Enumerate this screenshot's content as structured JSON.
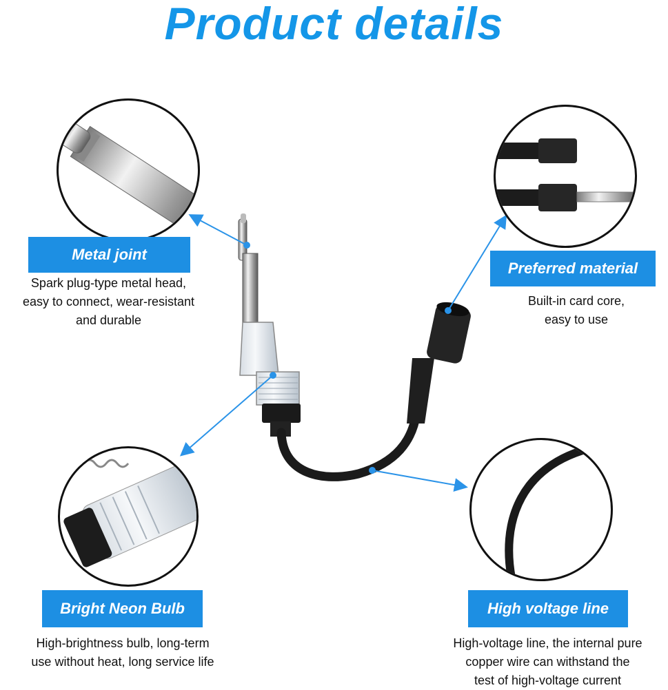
{
  "title": "Product details",
  "features": [
    {
      "label": "Metal joint",
      "desc_lines": [
        "Spark plug-type metal head,",
        "easy to connect, wear-resistant",
        "and durable"
      ]
    },
    {
      "label": "Preferred material",
      "desc_lines": [
        "Built-in card core,",
        "easy to use"
      ]
    },
    {
      "label": "Bright Neon Bulb",
      "desc_lines": [
        "High-brightness bulb, long-term",
        "use without heat, long service life"
      ]
    },
    {
      "label": "High voltage line",
      "desc_lines": [
        "High-voltage line, the internal pure",
        "copper wire can withstand the",
        "test of high-voltage current"
      ]
    }
  ],
  "colors": {
    "accent": "#1d8fe3",
    "title": "#1496e8",
    "outline": "#111111"
  }
}
